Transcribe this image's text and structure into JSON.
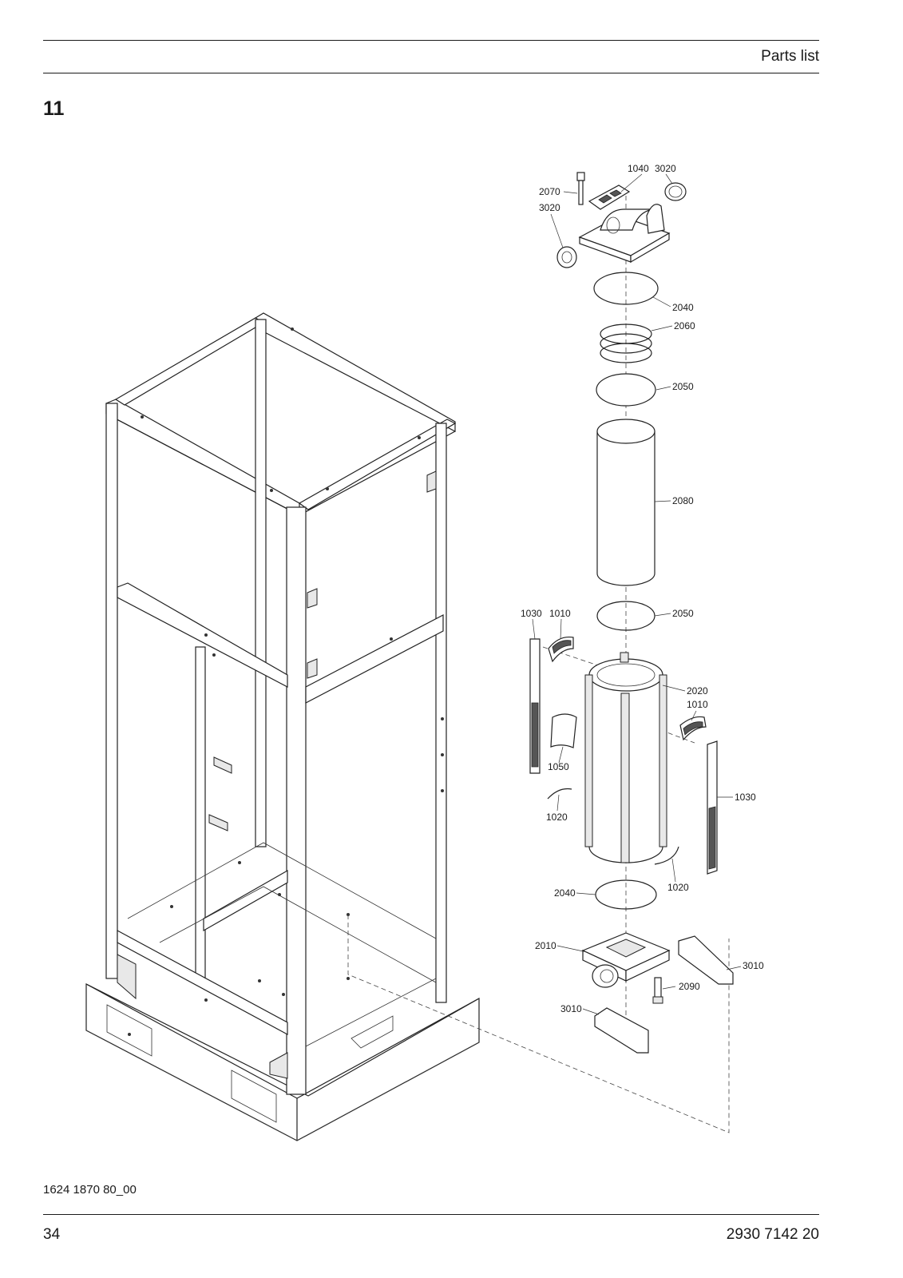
{
  "header": {
    "title": "Parts list"
  },
  "section": {
    "number": "11"
  },
  "callouts": {
    "c1040": "1040",
    "c3020a": "3020",
    "c2070": "2070",
    "c3020b": "3020",
    "c2040a": "2040",
    "c2060": "2060",
    "c2050a": "2050",
    "c2080": "2080",
    "c2050b": "2050",
    "c1030a": "1030",
    "c1010a": "1010",
    "c2020": "2020",
    "c1010b": "1010",
    "c1050": "1050",
    "c1030b": "1030",
    "c1020a": "1020",
    "c1020b": "1020",
    "c2040b": "2040",
    "c2010": "2010",
    "c3010a": "3010",
    "c2090": "2090",
    "c3010b": "3010"
  },
  "footer": {
    "drawing_id": "1624 1870 80_00",
    "page_number": "34",
    "document_number": "2930 7142 20"
  }
}
